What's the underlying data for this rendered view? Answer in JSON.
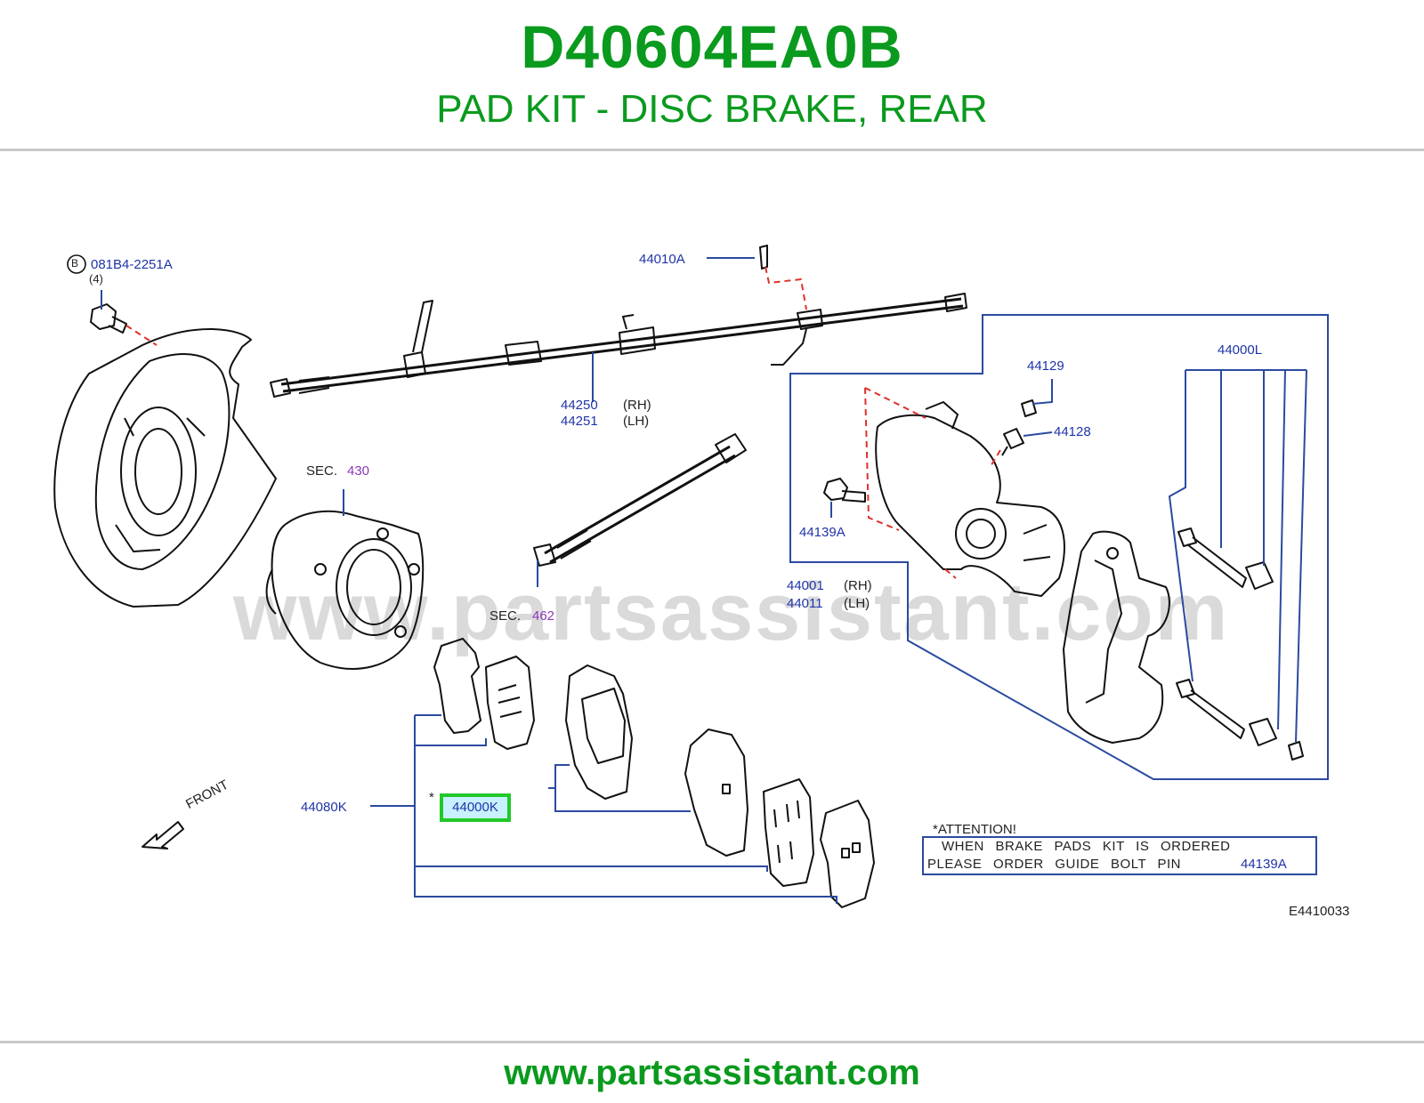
{
  "header": {
    "part_number": "D40604EA0B",
    "description": "PAD KIT - DISC BRAKE, REAR"
  },
  "footer": {
    "website": "www.partsassistant.com"
  },
  "diagram": {
    "watermark": "www.partsassistant.com",
    "labels": {
      "bolt_b_letter": "B",
      "bolt_b": "081B4-2251A",
      "bolt_b_qty": "(4)",
      "p44010A": "44010A",
      "p44250": "44250",
      "p44250_side": "(RH)",
      "p44251": "44251",
      "p44251_side": "(LH)",
      "sec430_prefix": "SEC.",
      "sec430": "430",
      "sec462_prefix": "SEC.",
      "sec462": "462",
      "p44129": "44129",
      "p44128": "44128",
      "p44139A": "44139A",
      "p44000L": "44000L",
      "p44001": "44001",
      "p44001_side": "(RH)",
      "p44011": "44011",
      "p44011_side": "(LH)",
      "p44080K": "44080K",
      "p44000K_star": "*",
      "p44000K": "44000K",
      "front": "FRONT",
      "figure_code": "E4410033"
    },
    "attention": {
      "title": "*ATTENTION!",
      "line1": "WHEN BRAKE PADS KIT IS ORDERED",
      "line2": "PLEASE ORDER GUIDE BOLT PIN",
      "part": "44139A"
    }
  },
  "colors": {
    "brand_green": "#0a9a1e",
    "callout_blue": "#1f34a8",
    "highlight_border": "#22c82a",
    "highlight_fill": "#c8f0ff",
    "section_purple": "#8a3ab8",
    "leader_red": "#e0302a"
  }
}
